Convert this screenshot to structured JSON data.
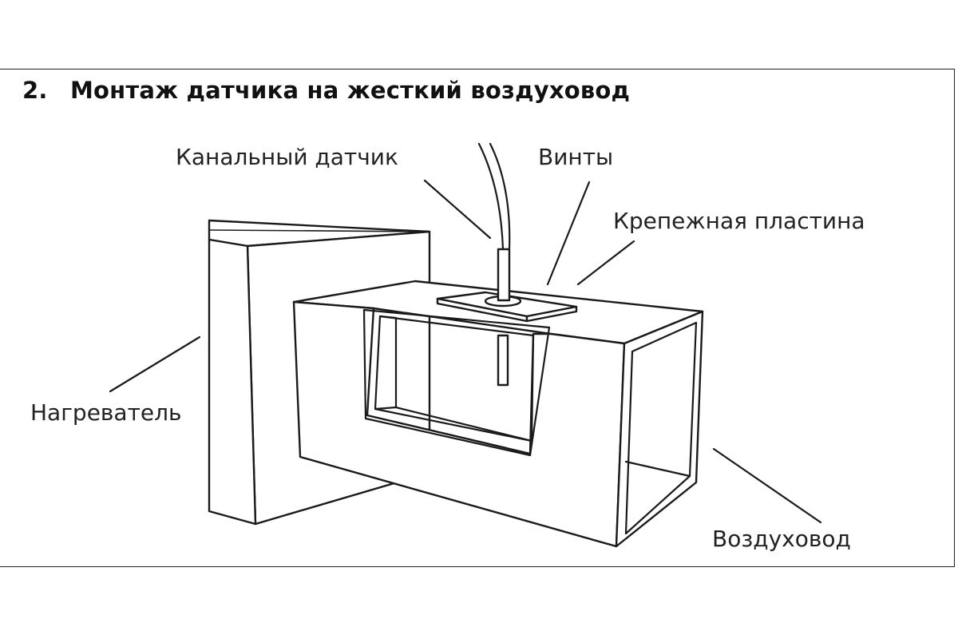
{
  "heading": {
    "number": "2.",
    "text": "Монтаж датчика на жесткий воздуховод"
  },
  "labels": {
    "duct_sensor": "Канальный датчик",
    "screws": "Винты",
    "mounting_plate": "Крепежная пластина",
    "heater": "Нагреватель",
    "air_duct": "Воздуховод"
  },
  "colors": {
    "line": "#1a1a1a",
    "background": "#ffffff"
  }
}
